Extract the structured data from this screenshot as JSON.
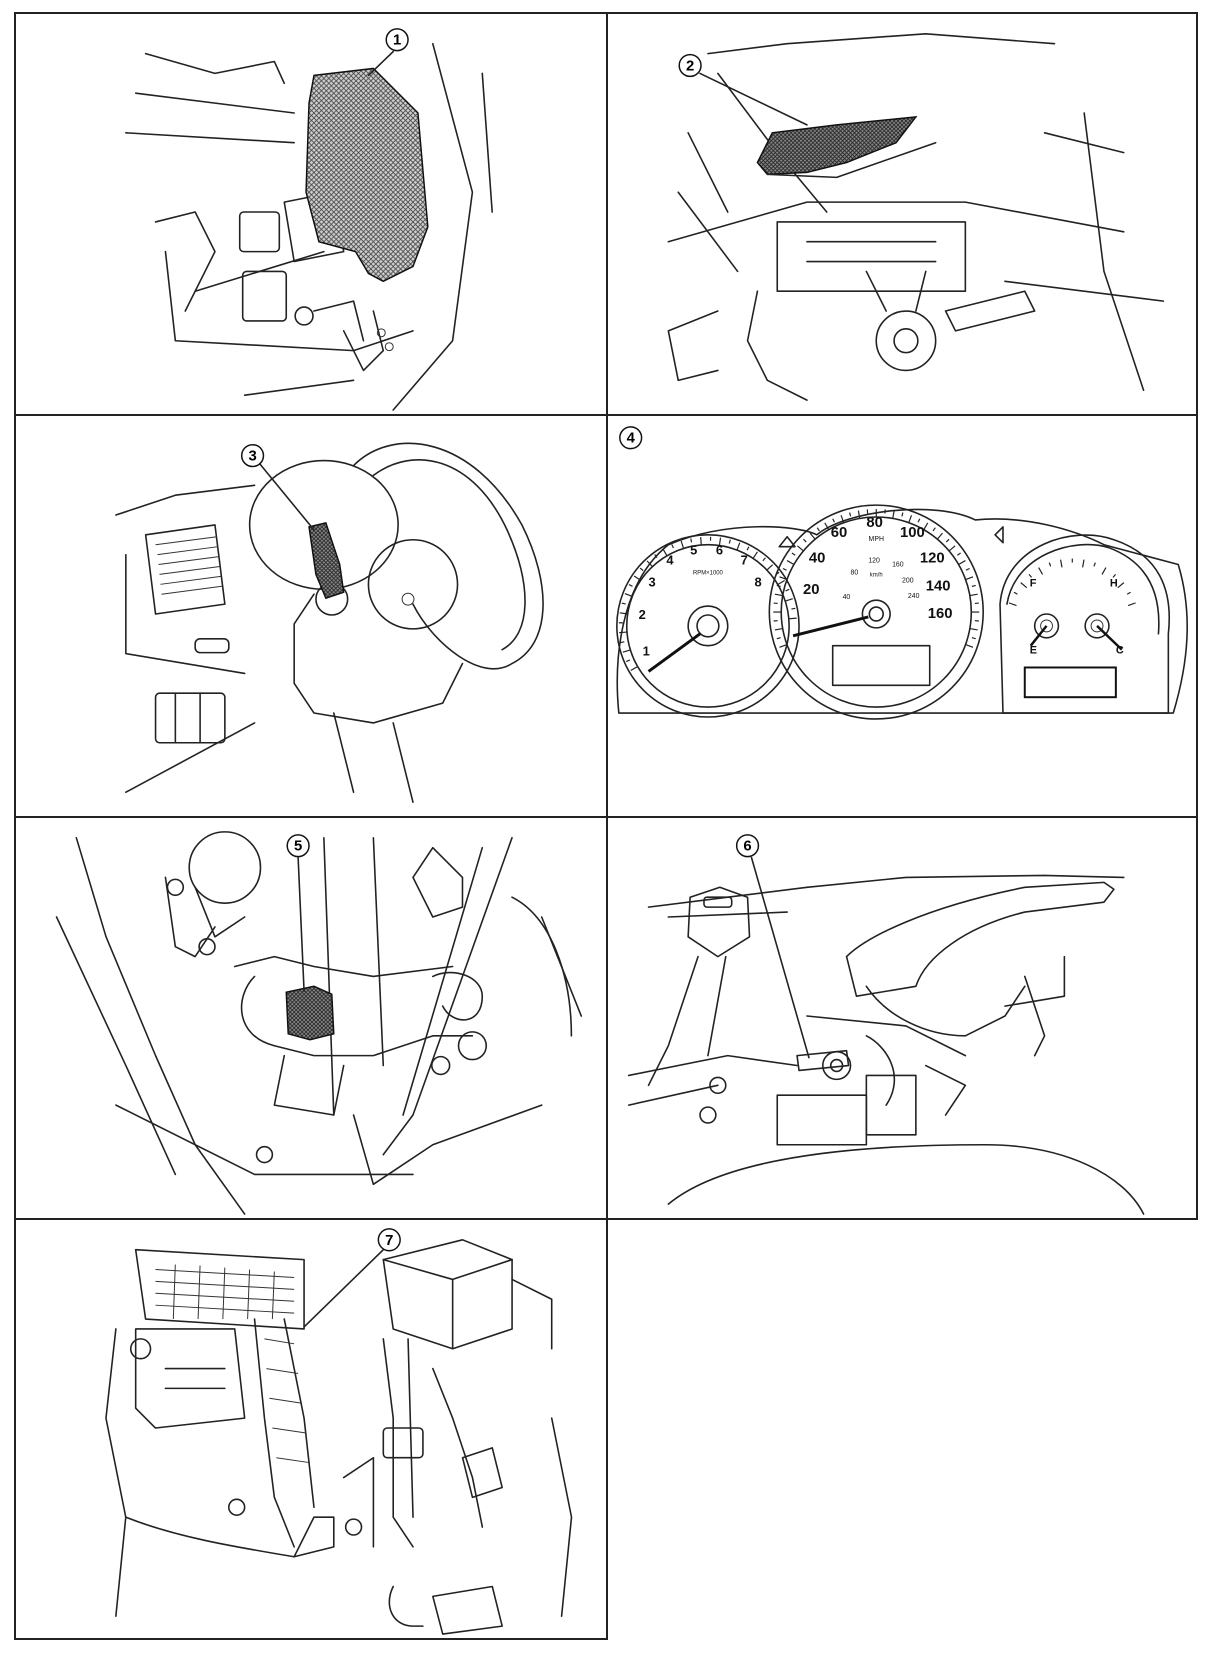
{
  "callouts": [
    {
      "id": 1,
      "label": "1"
    },
    {
      "id": 2,
      "label": "2"
    },
    {
      "id": 3,
      "label": "3"
    },
    {
      "id": 4,
      "label": "4"
    },
    {
      "id": 5,
      "label": "5"
    },
    {
      "id": 6,
      "label": "6"
    },
    {
      "id": 7,
      "label": "7"
    }
  ],
  "tachometer": {
    "numbers": [
      "1",
      "2",
      "3",
      "4",
      "5",
      "6",
      "7",
      "8"
    ],
    "unit": "RPM×1000"
  },
  "speedometer": {
    "mph_numbers": [
      "20",
      "40",
      "60",
      "80",
      "100",
      "120",
      "140",
      "160"
    ],
    "kmh_numbers": [
      "40",
      "80",
      "120",
      "160",
      "200",
      "240"
    ],
    "mph_unit": "MPH",
    "kmh_unit": "km/h"
  },
  "fuel_gauge": {
    "full": "F",
    "empty": "E"
  },
  "temp_gauge": {
    "hot": "H",
    "cold": "C"
  },
  "colors": {
    "line": "#222222",
    "hatch": "#555555",
    "background": "#ffffff"
  }
}
